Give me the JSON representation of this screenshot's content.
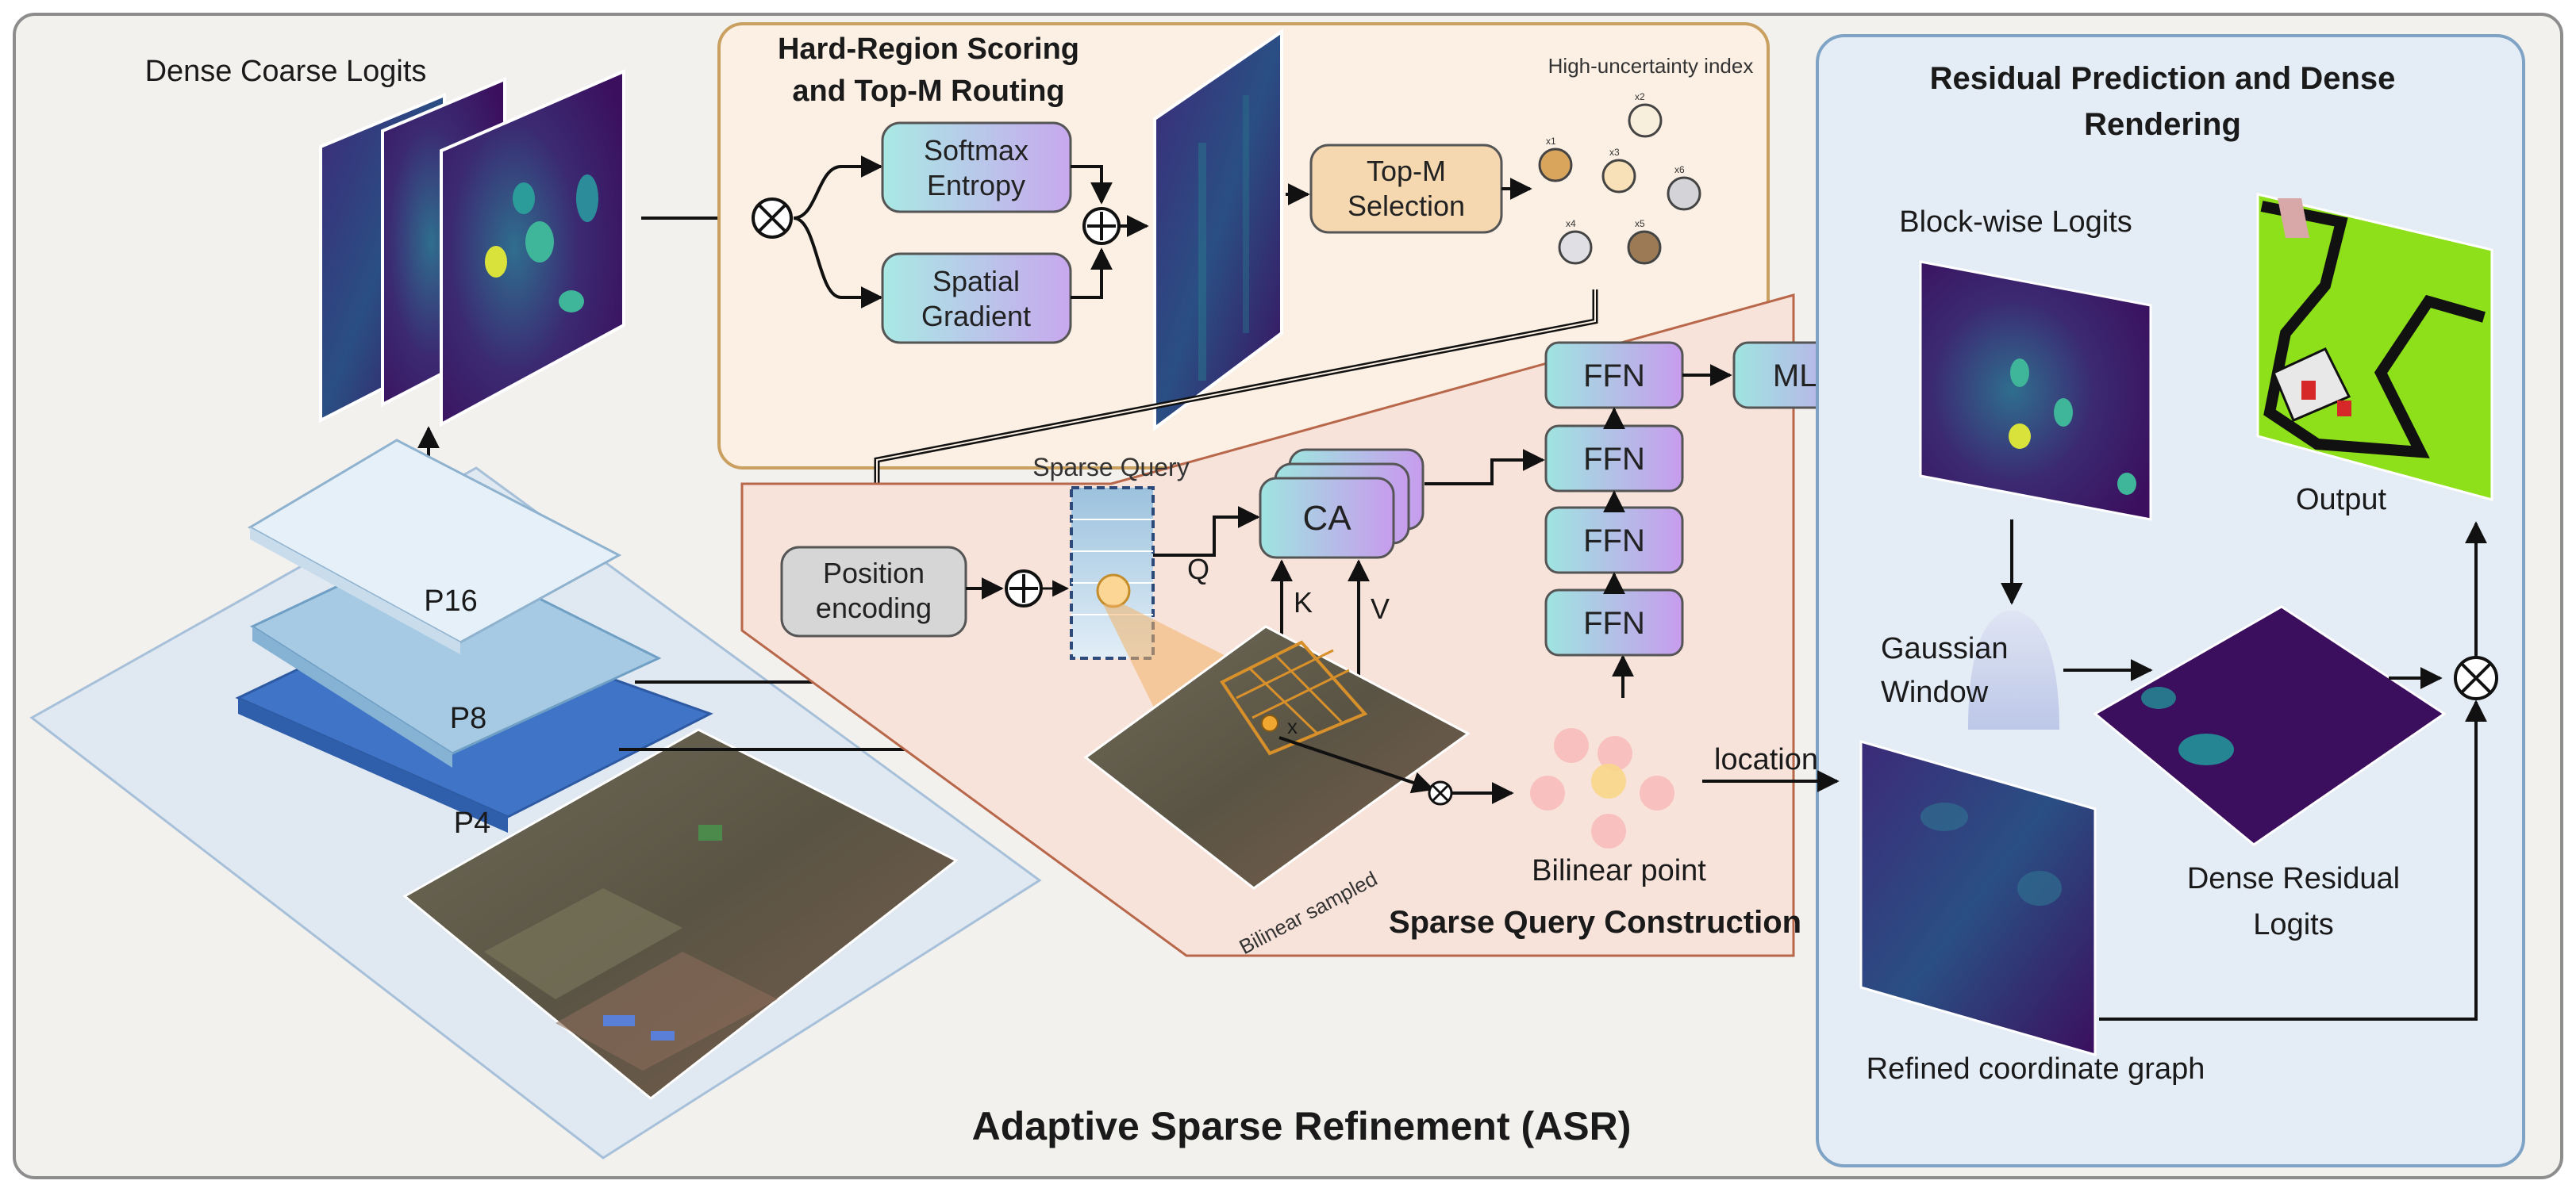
{
  "diagram": {
    "main_title": "Adaptive Sparse Refinement (ASR)",
    "left": {
      "dense_coarse_logits": "Dense Coarse Logits",
      "pyramid": [
        "P16",
        "P8",
        "P4"
      ]
    },
    "hard_region": {
      "title_line1": "Hard-Region Scoring",
      "title_line2": "and Top-M Routing",
      "softmax_line1": "Softmax",
      "softmax_line2": "Entropy",
      "gradient_line1": "Spatial",
      "gradient_line2": "Gradient",
      "topm_line1": "Top-M",
      "topm_line2": "Selection",
      "high_unc": "High-uncertainty index",
      "candidates": [
        "x1",
        "x2",
        "x3",
        "x4",
        "x5",
        "x6"
      ]
    },
    "sparse_query": {
      "title": "Sparse Query Construction",
      "sparse_query_label": "Sparse Query",
      "pos_line1": "Position",
      "pos_line2": "encoding",
      "q": "Q",
      "k": "K",
      "v": "V",
      "ca": "CA",
      "ffn": "FFN",
      "mlp": "MLP",
      "bilinear_sampled": "Bilinear sampled",
      "bilinear_point": "Bilinear point",
      "x_marker": "x"
    },
    "residual": {
      "title_line1": "Residual Prediction and Dense",
      "title_line2": "Rendering",
      "block_logits": "Block-wise Logits",
      "output": "Output",
      "gauss_line1": "Gaussian",
      "gauss_line2": "Window",
      "location": "location",
      "dense_res_line1": "Dense Residual",
      "dense_res_line2": "Logits",
      "refined": "Refined coordinate graph"
    },
    "colors": {
      "outer_bg": "#f2f1ee",
      "hard_region_bg": "#fbf0e3",
      "hard_region_border": "#c9a060",
      "sparse_bg": "#f8e3da",
      "sparse_border": "#b8674a",
      "residual_bg": "#e4ecf6",
      "residual_border": "#7fa3c4",
      "heatmap_dark": "#3b0f5e",
      "heatmap_teal": "#21a2a0",
      "heatmap_yellow": "#d8e23a",
      "output_green": "#8ee01a"
    }
  }
}
